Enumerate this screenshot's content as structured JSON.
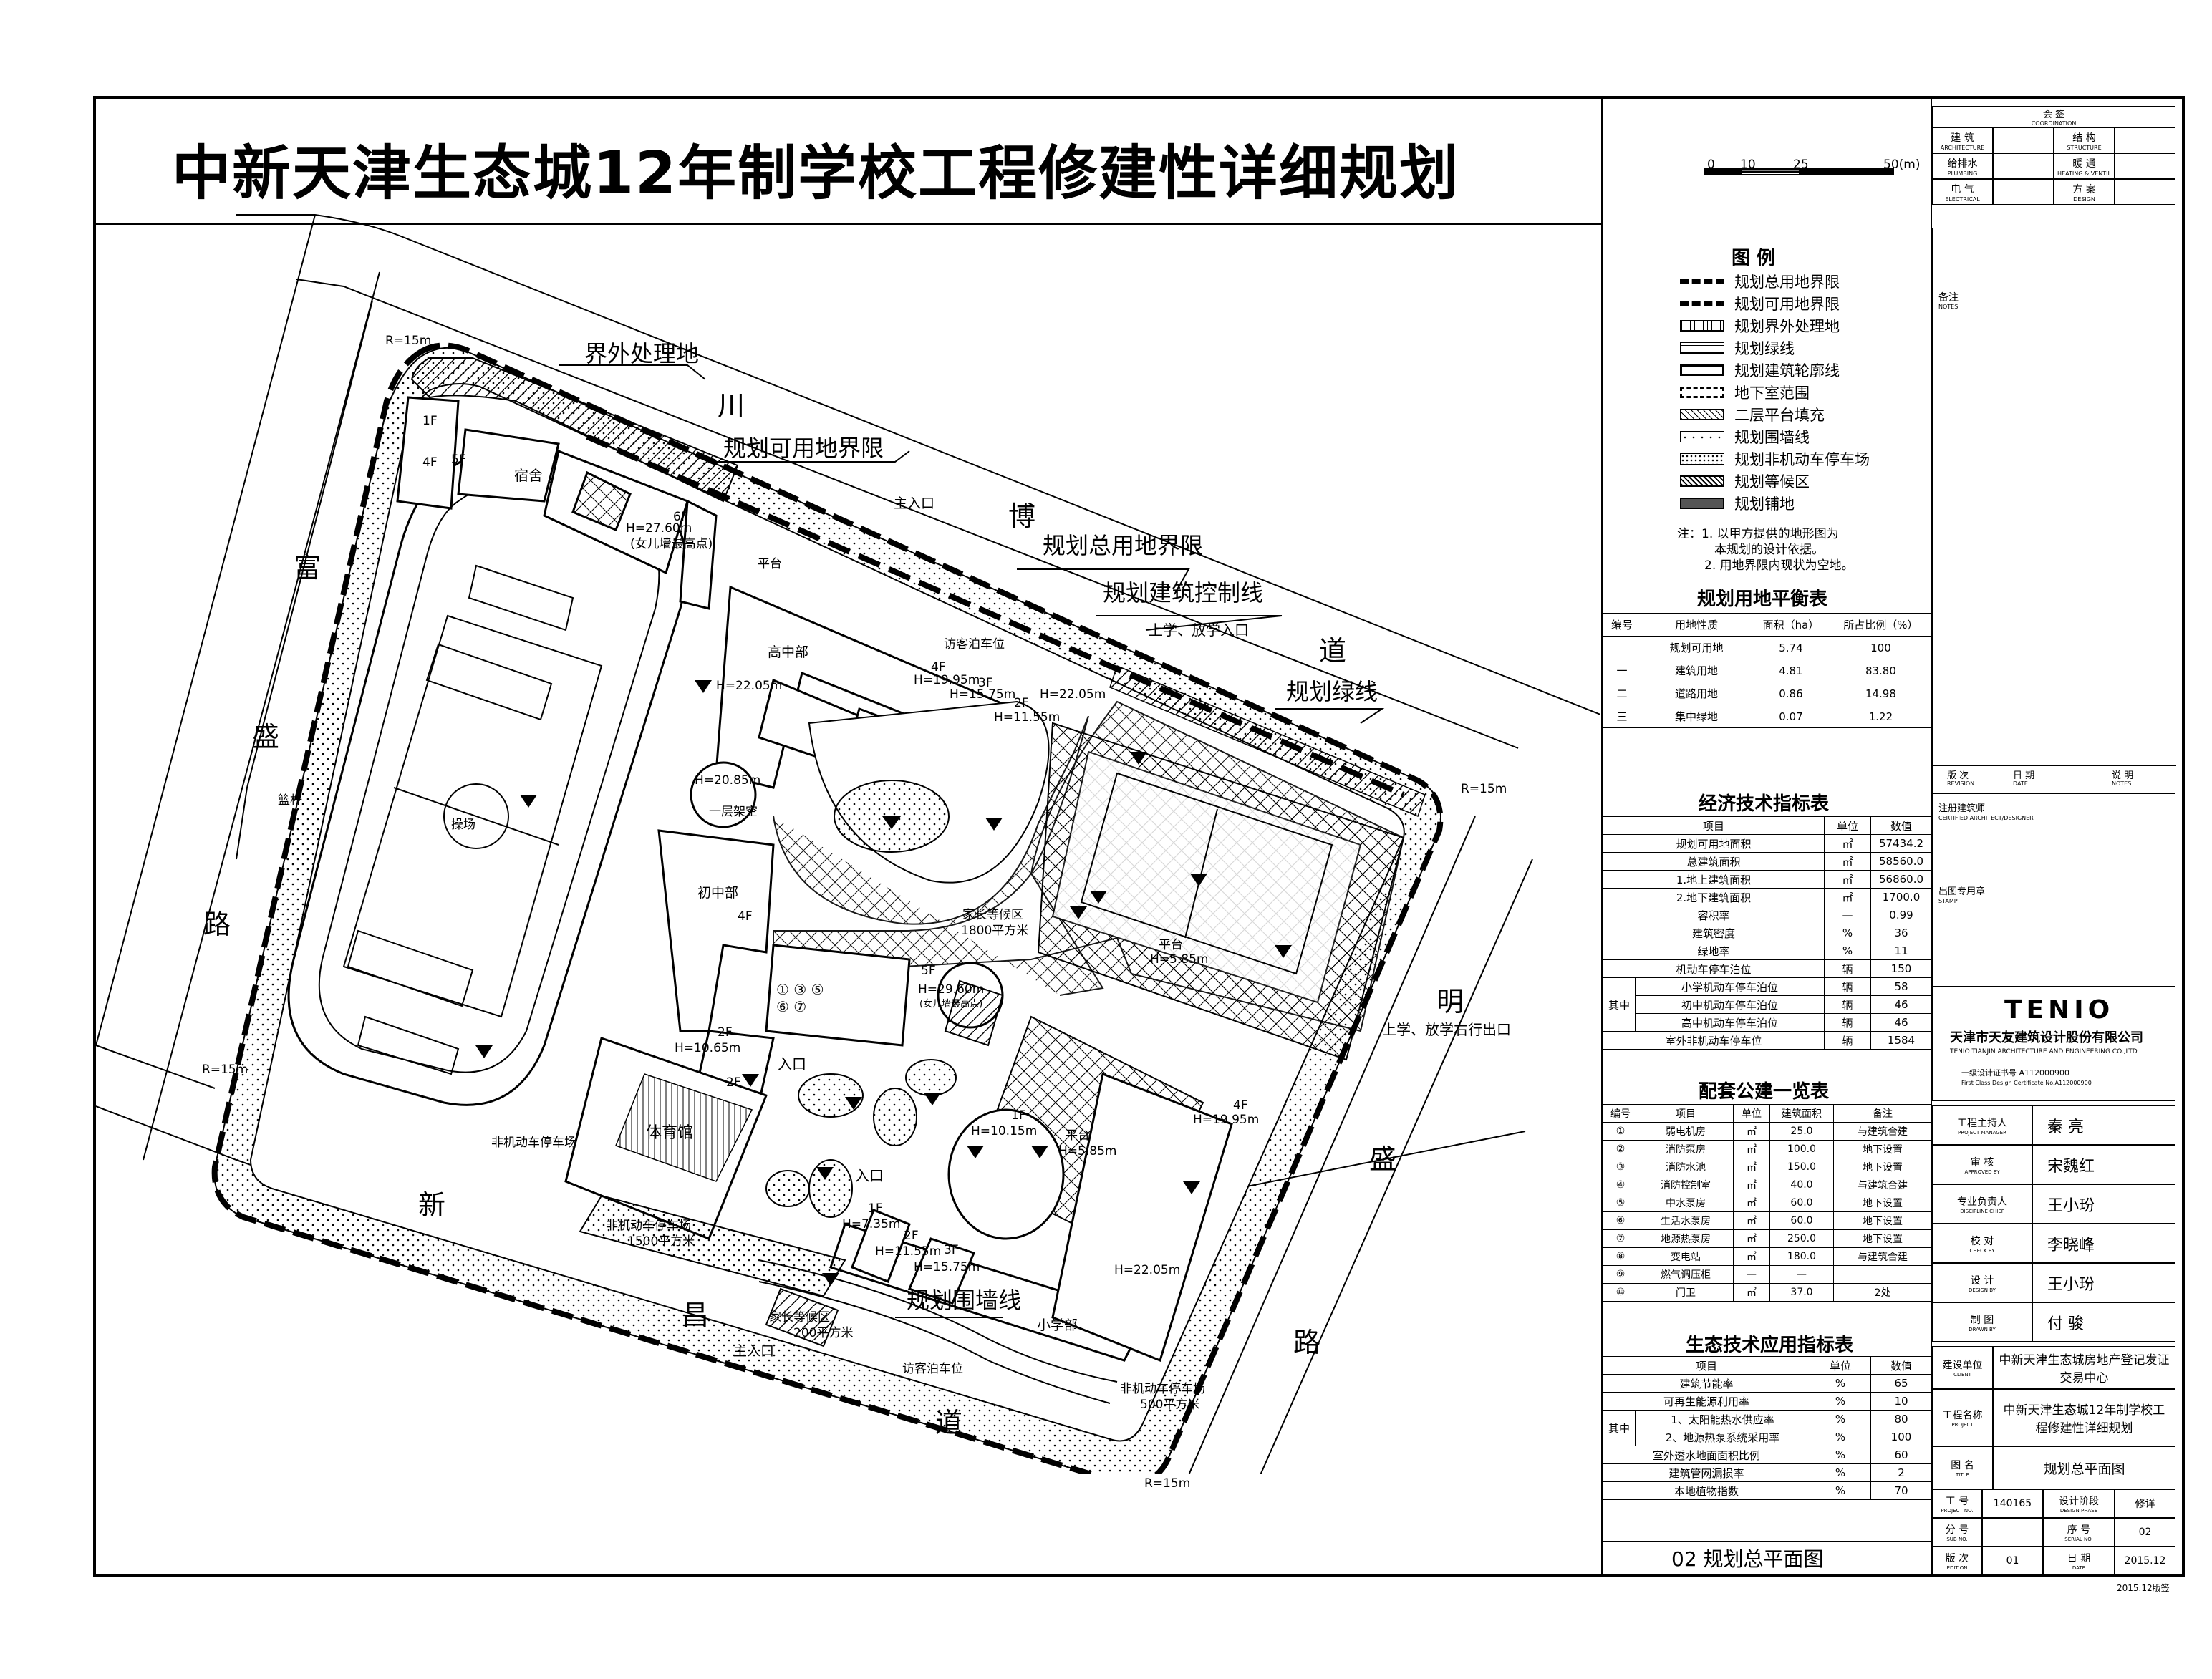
{
  "title": "中新天津生态城12年制学校工程修建性详细规划",
  "scale_bar": {
    "ticks": [
      "0",
      "10",
      "25",
      "50(m)"
    ]
  },
  "roads": {
    "chuanbo": [
      "川",
      "博",
      "道"
    ],
    "fusheng": [
      "富",
      "盛",
      "路"
    ],
    "mingsheng": [
      "明",
      "盛",
      "路"
    ],
    "xinchang": [
      "新",
      "昌",
      "道"
    ]
  },
  "plan_labels": {
    "jiewai": "界外处理地",
    "keyong": "规划可用地界限",
    "zong": "规划总用地界限",
    "jianzhu_kongzhi": "规划建筑控制线",
    "lvxian": "规划绿线",
    "weiqiang": "规划围墙线",
    "r15_a": "R=15m",
    "r15_b": "R=15m",
    "r15_c": "R=15m",
    "r15_d": "R=15m",
    "main_entry_n": "主入口",
    "main_entry_s": "主入口",
    "school_entry": "上学、放学入口",
    "school_exit": "上学、放学右行出口",
    "entry_a": "入口",
    "entry_b": "入口",
    "sushe": "宿舍",
    "h_27_6": "H=27.60m",
    "h_27_6_note": "(女儿墙最高点)",
    "f1_a": "1F",
    "f4_a": "4F",
    "f5_a": "5F",
    "f6_a": "6F",
    "pingtai_a": "平台",
    "gaozhong": "高中部",
    "h22_05_a": "H=22.05m",
    "f4_b": "4F",
    "h19_95_a": "H=19.95m",
    "f3_a": "3F",
    "h15_75_a": "H=15.75m",
    "f2_a": "2F",
    "h11_55_a": "H=11.55m",
    "h22_05_b": "H=22.05m",
    "parking_a": "访客泊车位",
    "h20_85": "H=20.85m",
    "yiceng": "一层架空",
    "caochang": "操场",
    "lanqiu": "篮杆",
    "chuzhong": "初中部",
    "f4_c": "4F",
    "jiazhang_a": "家长等候区",
    "jiazhang_a_area": "1800平方米",
    "pingtai_b": "平台",
    "h5_85_a": "H=5.85m",
    "f5_b": "5F",
    "h29_6": "H=29.60m",
    "h29_6_note": "(女儿墙最高点)",
    "facilities": "① ③ ⑤\n⑥ ⑦",
    "f2_b": "2F",
    "h10_65": "H=10.65m",
    "f2_c": "2F",
    "tiyu": "体育馆",
    "feiji_a": "非机动车停车场",
    "feiji_b": "非机动车停车场",
    "feiji_b_area": "1500平方米",
    "f1_b": "1F",
    "h10_15": "H=10.15m",
    "pingtai_c": "平台",
    "h5_85_b": "H=5.85m",
    "f4_d": "4F",
    "h19_95_b": "H=19.95m",
    "f1_c": "1F",
    "h7_35": "H=7.35m",
    "f2_d": "2F",
    "h11_55_b": "H=11.55m",
    "f3_b": "3F",
    "h15_75_b": "H=15.75m",
    "h22_05_c": "H=22.05m",
    "xiaoxue": "小学部",
    "jiazhang_b": "家长等候区",
    "jiazhang_b_area": "200平方米",
    "parking_b": "访客泊车位",
    "feiji_c": "非机动车停车场",
    "feiji_c_area": "500平方米"
  },
  "legend": {
    "title": "图    例",
    "items": [
      "规划总用地界限",
      "规划可用地界限",
      "规划界外处理地",
      "规划绿线",
      "规划建筑轮廓线",
      "地下室范围",
      "二层平台填充",
      "规划围墙线",
      "规划非机动车停车场",
      "规划等候区",
      "规划铺地"
    ],
    "notes": [
      "注：1. 以甲方提供的地形图为",
      "本规划的设计依据。",
      "2. 用地界限内现状为空地。"
    ]
  },
  "land_table": {
    "title": "规划用地平衡表",
    "headers": [
      "编号",
      "用地性质",
      "面积（ha）",
      "所占比例（%）"
    ],
    "rows": [
      [
        "",
        "规划可用地",
        "5.74",
        "100"
      ],
      [
        "一",
        "建筑用地",
        "4.81",
        "83.80"
      ],
      [
        "二",
        "道路用地",
        "0.86",
        "14.98"
      ],
      [
        "三",
        "集中绿地",
        "0.07",
        "1.22"
      ]
    ]
  },
  "econ_table": {
    "title": "经济技术指标表",
    "headers": [
      "项目",
      "单位",
      "数值"
    ],
    "qizhong": "其中",
    "rows": [
      [
        "规划可用地面积",
        "㎡",
        "57434.2"
      ],
      [
        "总建筑面积",
        "㎡",
        "58560.0"
      ],
      [
        "1.地上建筑面积",
        "㎡",
        "56860.0"
      ],
      [
        "2.地下建筑面积",
        "㎡",
        "1700.0"
      ],
      [
        "容积率",
        "—",
        "0.99"
      ],
      [
        "建筑密度",
        "%",
        "36"
      ],
      [
        "绿地率",
        "%",
        "11"
      ],
      [
        "机动车停车泊位",
        "辆",
        "150"
      ],
      [
        "小学机动车停车泊位",
        "辆",
        "58"
      ],
      [
        "初中机动车停车泊位",
        "辆",
        "46"
      ],
      [
        "高中机动车停车泊位",
        "辆",
        "46"
      ],
      [
        "室外非机动车停车位",
        "辆",
        "1584"
      ]
    ]
  },
  "facility_table": {
    "title": "配套公建一览表",
    "headers": [
      "编号",
      "项目",
      "单位",
      "建筑面积",
      "备注"
    ],
    "rows": [
      [
        "①",
        "弱电机房",
        "㎡",
        "25.0",
        "与建筑合建"
      ],
      [
        "②",
        "消防泵房",
        "㎡",
        "100.0",
        "地下设置"
      ],
      [
        "③",
        "消防水池",
        "㎡",
        "150.0",
        "地下设置"
      ],
      [
        "④",
        "消防控制室",
        "㎡",
        "40.0",
        "与建筑合建"
      ],
      [
        "⑤",
        "中水泵房",
        "㎡",
        "60.0",
        "地下设置"
      ],
      [
        "⑥",
        "生活水泵房",
        "㎡",
        "60.0",
        "地下设置"
      ],
      [
        "⑦",
        "地源热泵房",
        "㎡",
        "250.0",
        "地下设置"
      ],
      [
        "⑧",
        "变电站",
        "㎡",
        "180.0",
        "与建筑合建"
      ],
      [
        "⑨",
        "燃气调压柜",
        "—",
        "—",
        ""
      ],
      [
        "⑩",
        "门卫",
        "㎡",
        "37.0",
        "2处"
      ]
    ]
  },
  "eco_table": {
    "title": "生态技术应用指标表",
    "headers": [
      "项目",
      "单位",
      "数值"
    ],
    "qizhong": "其中",
    "rows": [
      [
        "建筑节能率",
        "%",
        "65"
      ],
      [
        "可再生能源利用率",
        "%",
        "10"
      ],
      [
        "1、太阳能热水供应率",
        "%",
        "80"
      ],
      [
        "2、地源热泵系统采用率",
        "%",
        "100"
      ],
      [
        "室外透水地面面积比例",
        "%",
        "60"
      ],
      [
        "建筑管网漏损率",
        "%",
        "2"
      ],
      [
        "本地植物指数",
        "%",
        "70"
      ]
    ]
  },
  "drawing_name": "02  规划总平面图",
  "title_block": {
    "huiqian": "会  签",
    "huiqian_en": "COORDINATION",
    "disc": [
      [
        "建  筑",
        "结  构"
      ],
      [
        "给排水",
        "暖  通"
      ],
      [
        "电  气",
        "方  案"
      ]
    ],
    "disc_en": [
      [
        "ARCHITECTURE",
        "STRUCTURE"
      ],
      [
        "PLUMBING",
        "HEATING & VENTIL"
      ],
      [
        "ELECTRICAL",
        "DESIGN"
      ]
    ],
    "beizhu": "备注",
    "beizhu_en": "NOTES",
    "revision": [
      "版  次",
      "日  期",
      "说  明"
    ],
    "revision_en": [
      "REVISION",
      "DATE",
      "NOTES"
    ],
    "zhuce": "注册建筑师",
    "zhuce_en": "CERTIFIED ARCHITECT/DESIGNER",
    "chutu": "出图专用章",
    "chutu_en": "STAMP",
    "company_logo": "TENIO",
    "company_cn": "天津市天友建筑设计股份有限公司",
    "company_en": "TENIO TIANJIN ARCHITECTURE AND ENGINEERING CO.,LTD",
    "cert": "一级设计证书号 A112000900",
    "cert_en": "First Class Design Certificate No.A112000900",
    "roles": [
      [
        "工程主持人",
        "PROJECT MANAGER",
        "秦  亮"
      ],
      [
        "审  核",
        "APPROVED BY",
        "宋魏红"
      ],
      [
        "专业负责人",
        "DISCIPLINE CHIEF",
        "王小玢"
      ],
      [
        "校  对",
        "CHECK BY",
        "李晓峰"
      ],
      [
        "设  计",
        "DESIGN BY",
        "王小玢"
      ],
      [
        "制  图",
        "DRAWN BY",
        "付  骏"
      ]
    ],
    "client_label": "建设单位",
    "client_label_en": "CLIENT",
    "client": "中新天津生态城房地产登记发证交易中心",
    "project_label": "工程名称",
    "project_label_en": "PROJECT",
    "project": "中新天津生态城12年制学校工程修建性详细规划",
    "title_label": "图  名",
    "title_label_en": "TITLE",
    "title": "规划总平面图",
    "meta": [
      [
        "工  号",
        "PROJECT NO.",
        "140165",
        "设计阶段",
        "DESIGN PHASE",
        "修详"
      ],
      [
        "分  号",
        "SUB NO.",
        "",
        "序  号",
        "SERIAL NO.",
        "02"
      ],
      [
        "版  次",
        "EDITION",
        "01",
        "日  期",
        "DATE",
        "2015.12"
      ]
    ],
    "footer": "2015.12版签"
  }
}
